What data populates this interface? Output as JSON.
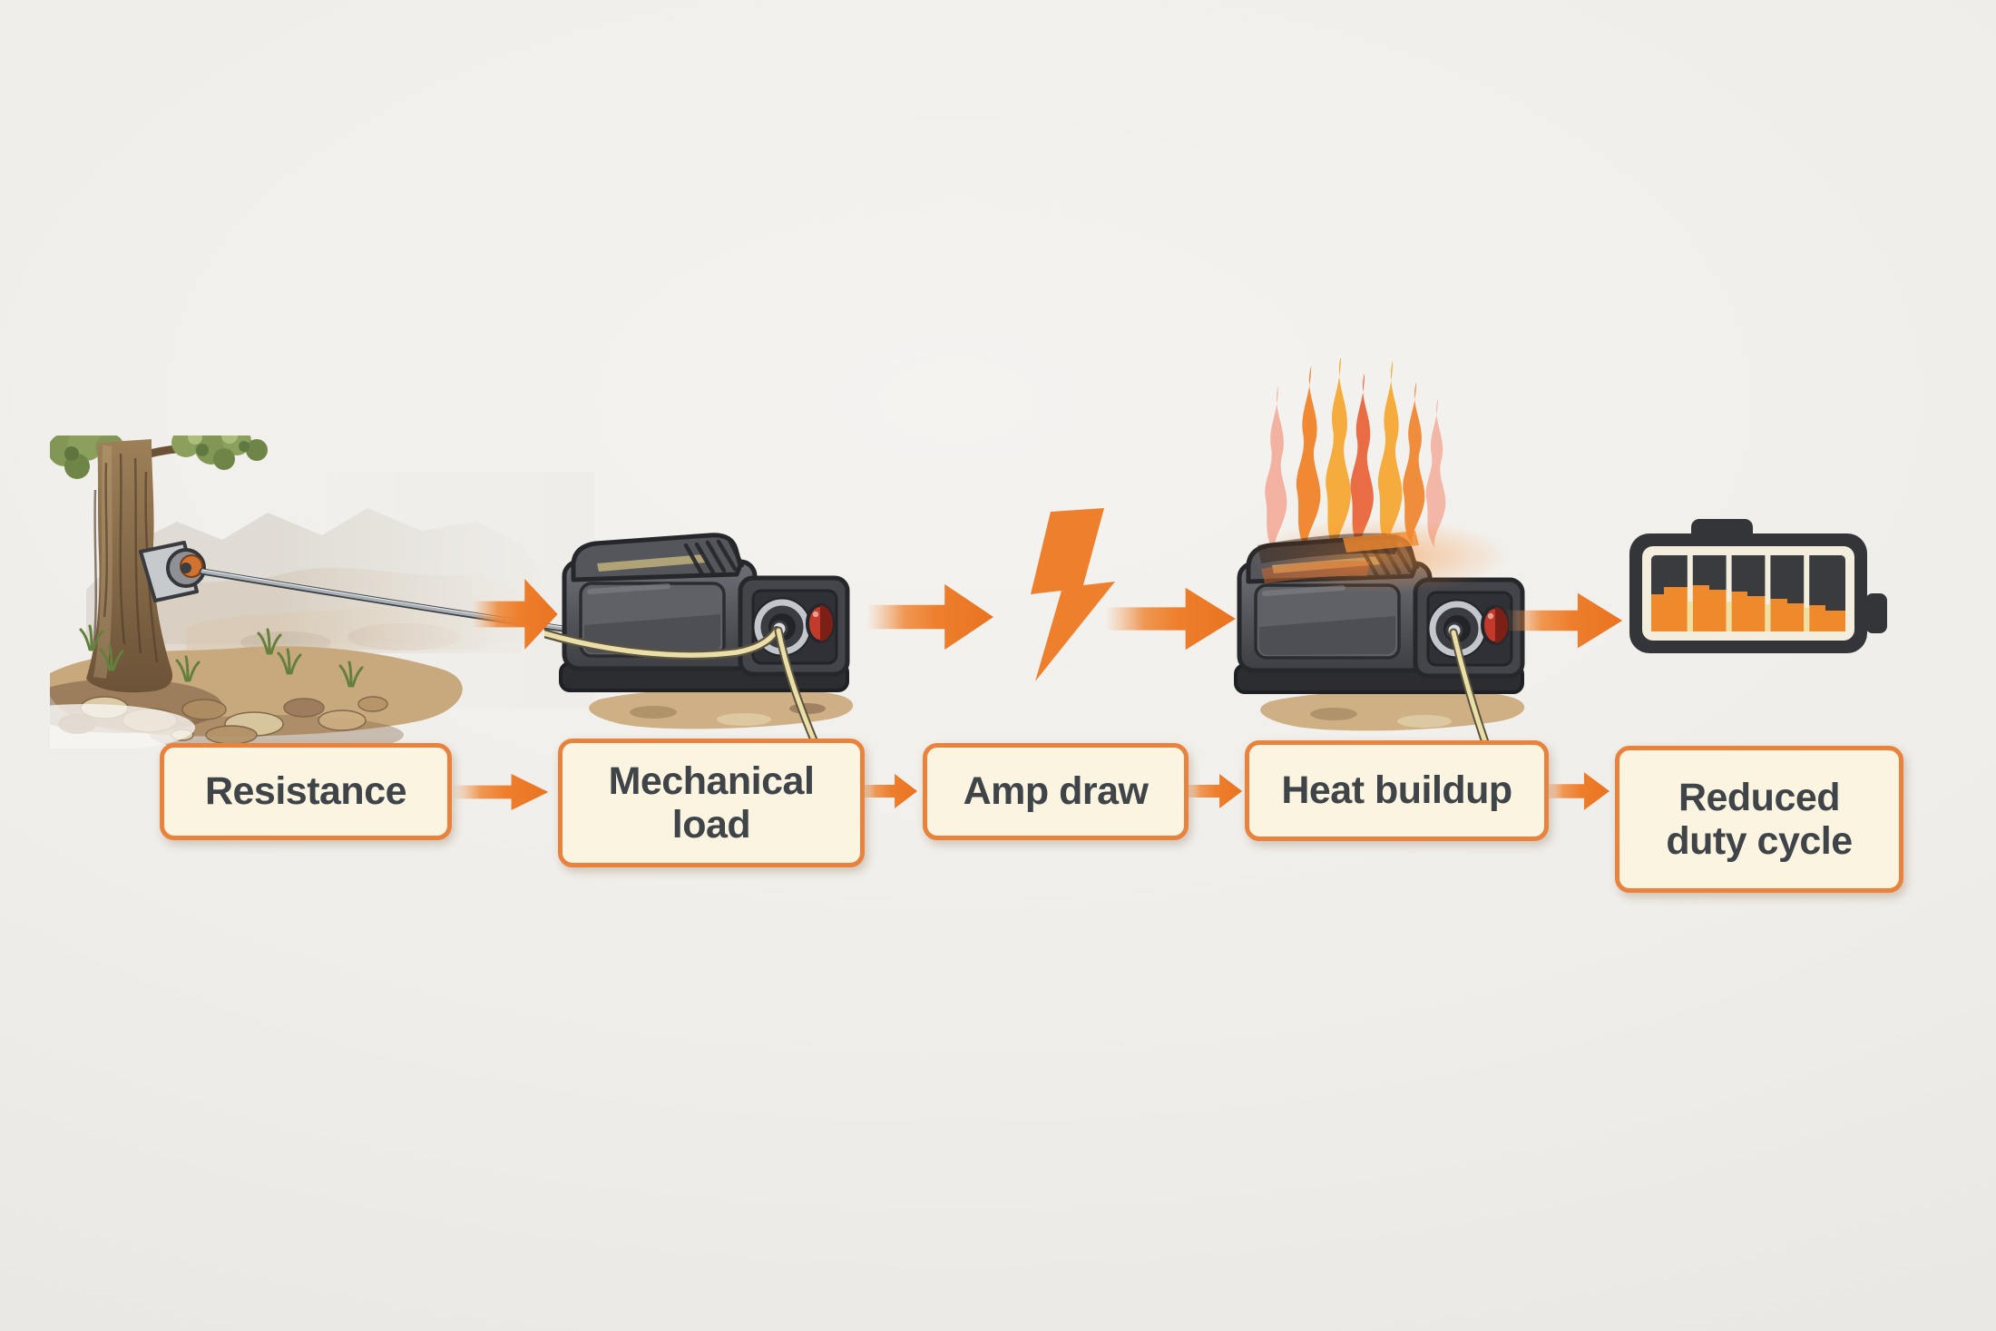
{
  "diagram": {
    "type": "flow",
    "background_color": "#EFEDE9",
    "accent_color": "#EE7F2D",
    "box": {
      "fill": "#FBF4E1",
      "border_color": "#E8823C",
      "text_color": "#3F4449"
    },
    "flow_steps": [
      {
        "id": "resistance",
        "label": "Resistance",
        "illustration": "winch-line-anchored-to-tree"
      },
      {
        "id": "mechanical-load",
        "label": "Mechanical load",
        "illustration": "winch"
      },
      {
        "id": "amp-draw",
        "label": "Amp draw",
        "illustration": "lightning-bolt"
      },
      {
        "id": "heat-buildup",
        "label": "Heat buildup",
        "illustration": "winch-on-fire"
      },
      {
        "id": "reduced-duty-cycle",
        "label": "Reduced duty cycle",
        "illustration": "battery-gauge-declining"
      }
    ],
    "battery_gauge": {
      "cells": 5,
      "fill_levels_pct": [
        52,
        55,
        48,
        39,
        30
      ]
    }
  }
}
